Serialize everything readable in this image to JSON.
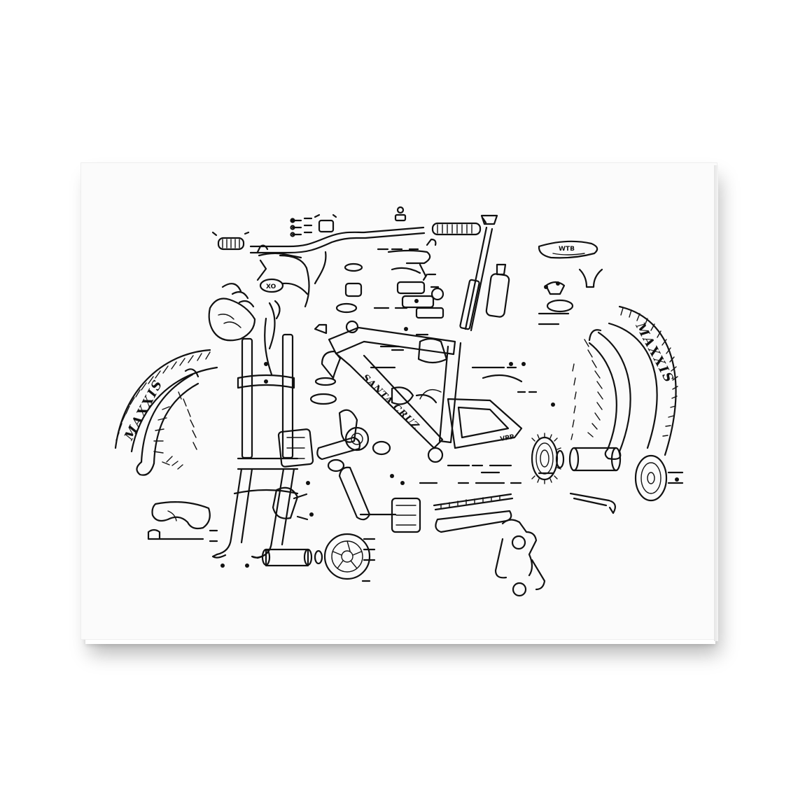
{
  "illustration": {
    "subject": "exploded mountain bike parts line drawing on canvas",
    "ink_color": "#111111",
    "canvas_color": "#fbfbfb",
    "background_color": "#ffffff"
  },
  "printed_labels": {
    "tire_left": "MAXXIS",
    "tire_right": "MAXXIS",
    "frame": "SANTA CRUZ",
    "shifter": "XO",
    "saddle": "WTB",
    "chainstay": "VPP"
  }
}
